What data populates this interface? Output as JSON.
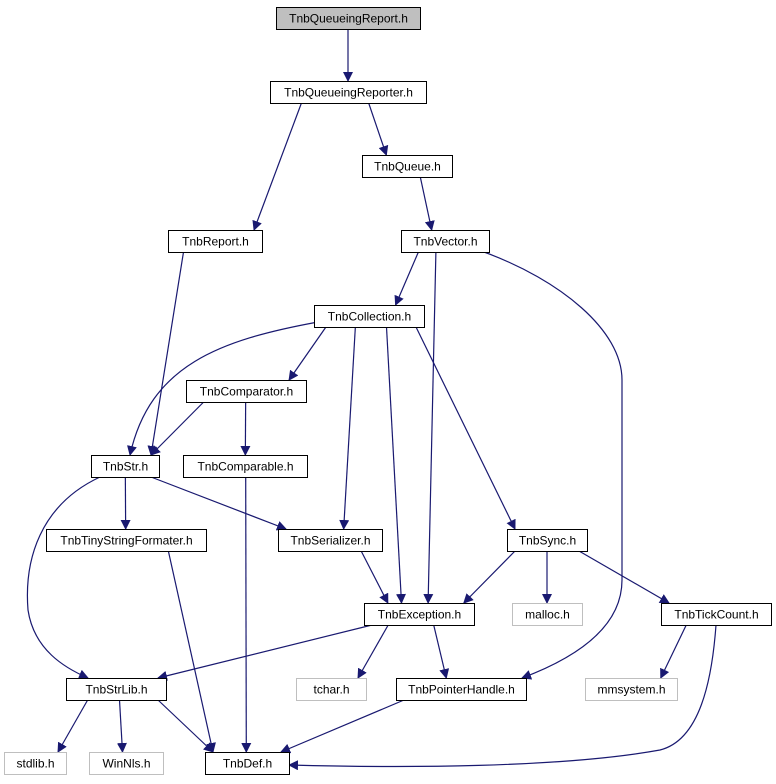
{
  "colors": {
    "edge": "#191970",
    "node_border": "#000000",
    "root_fill": "#bfbfbf",
    "external_border": "#bfbfbf",
    "background": "#ffffff"
  },
  "nodes": {
    "queueing_report": {
      "label": "TnbQueueingReport.h",
      "kind": "root"
    },
    "queueing_reporter": {
      "label": "TnbQueueingReporter.h",
      "kind": "local"
    },
    "queue": {
      "label": "TnbQueue.h",
      "kind": "local"
    },
    "report": {
      "label": "TnbReport.h",
      "kind": "local"
    },
    "vector": {
      "label": "TnbVector.h",
      "kind": "local"
    },
    "collection": {
      "label": "TnbCollection.h",
      "kind": "local"
    },
    "comparator": {
      "label": "TnbComparator.h",
      "kind": "local"
    },
    "str": {
      "label": "TnbStr.h",
      "kind": "local"
    },
    "comparable": {
      "label": "TnbComparable.h",
      "kind": "local"
    },
    "tiny_string_formater": {
      "label": "TnbTinyStringFormater.h",
      "kind": "local"
    },
    "serializer": {
      "label": "TnbSerializer.h",
      "kind": "local"
    },
    "sync": {
      "label": "TnbSync.h",
      "kind": "local"
    },
    "exception": {
      "label": "TnbException.h",
      "kind": "local"
    },
    "malloc": {
      "label": "malloc.h",
      "kind": "external"
    },
    "tick_count": {
      "label": "TnbTickCount.h",
      "kind": "local"
    },
    "str_lib": {
      "label": "TnbStrLib.h",
      "kind": "local"
    },
    "tchar": {
      "label": "tchar.h",
      "kind": "external"
    },
    "pointer_handle": {
      "label": "TnbPointerHandle.h",
      "kind": "local"
    },
    "mmsystem": {
      "label": "mmsystem.h",
      "kind": "external"
    },
    "stdlib": {
      "label": "stdlib.h",
      "kind": "external"
    },
    "winnls": {
      "label": "WinNls.h",
      "kind": "external"
    },
    "def": {
      "label": "TnbDef.h",
      "kind": "local"
    }
  },
  "edges": [
    [
      "queueing_report",
      "queueing_reporter"
    ],
    [
      "queueing_reporter",
      "report"
    ],
    [
      "queueing_reporter",
      "queue"
    ],
    [
      "queue",
      "vector"
    ],
    [
      "report",
      "str"
    ],
    [
      "vector",
      "collection"
    ],
    [
      "vector",
      "exception"
    ],
    [
      "vector",
      "pointer_handle"
    ],
    [
      "collection",
      "str"
    ],
    [
      "collection",
      "comparator"
    ],
    [
      "collection",
      "serializer"
    ],
    [
      "collection",
      "exception"
    ],
    [
      "collection",
      "sync"
    ],
    [
      "comparator",
      "str"
    ],
    [
      "comparator",
      "comparable"
    ],
    [
      "str",
      "tiny_string_formater"
    ],
    [
      "str",
      "serializer"
    ],
    [
      "str",
      "str_lib"
    ],
    [
      "comparable",
      "def"
    ],
    [
      "tiny_string_formater",
      "def"
    ],
    [
      "serializer",
      "exception"
    ],
    [
      "sync",
      "exception"
    ],
    [
      "sync",
      "malloc"
    ],
    [
      "sync",
      "tick_count"
    ],
    [
      "exception",
      "str_lib"
    ],
    [
      "exception",
      "tchar"
    ],
    [
      "exception",
      "pointer_handle"
    ],
    [
      "tick_count",
      "mmsystem"
    ],
    [
      "tick_count",
      "def"
    ],
    [
      "str_lib",
      "stdlib"
    ],
    [
      "str_lib",
      "winnls"
    ],
    [
      "str_lib",
      "def"
    ],
    [
      "pointer_handle",
      "def"
    ]
  ]
}
